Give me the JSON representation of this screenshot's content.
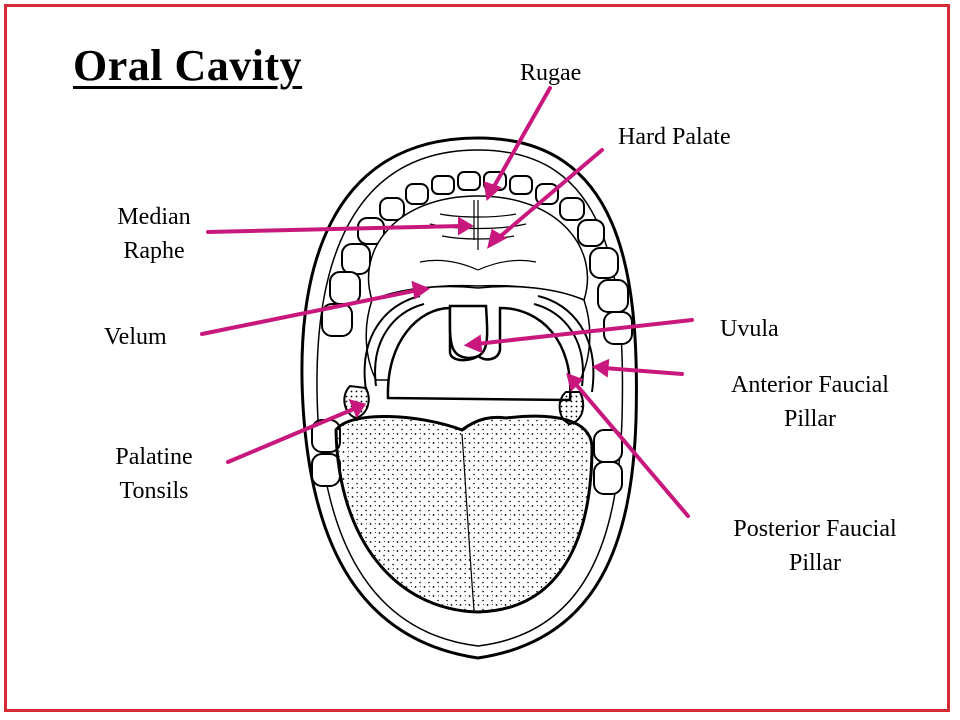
{
  "title": "Oral Cavity",
  "labels": {
    "rugae": "Rugae",
    "hard_palate": "Hard Palate",
    "median_raphe_1": "Median",
    "median_raphe_2": "Raphe",
    "velum": "Velum",
    "uvula": "Uvula",
    "anterior_faucial_pillar_1": "Anterior Faucial",
    "anterior_faucial_pillar_2": "Pillar",
    "palatine_tonsils_1": "Palatine",
    "palatine_tonsils_2": "Tonsils",
    "posterior_faucial_pillar_1": "Posterior Faucial",
    "posterior_faucial_pillar_2": "Pillar"
  },
  "colors": {
    "frame": "#d42a35",
    "leader_lines": "#c8187e",
    "ink": "#000000"
  }
}
